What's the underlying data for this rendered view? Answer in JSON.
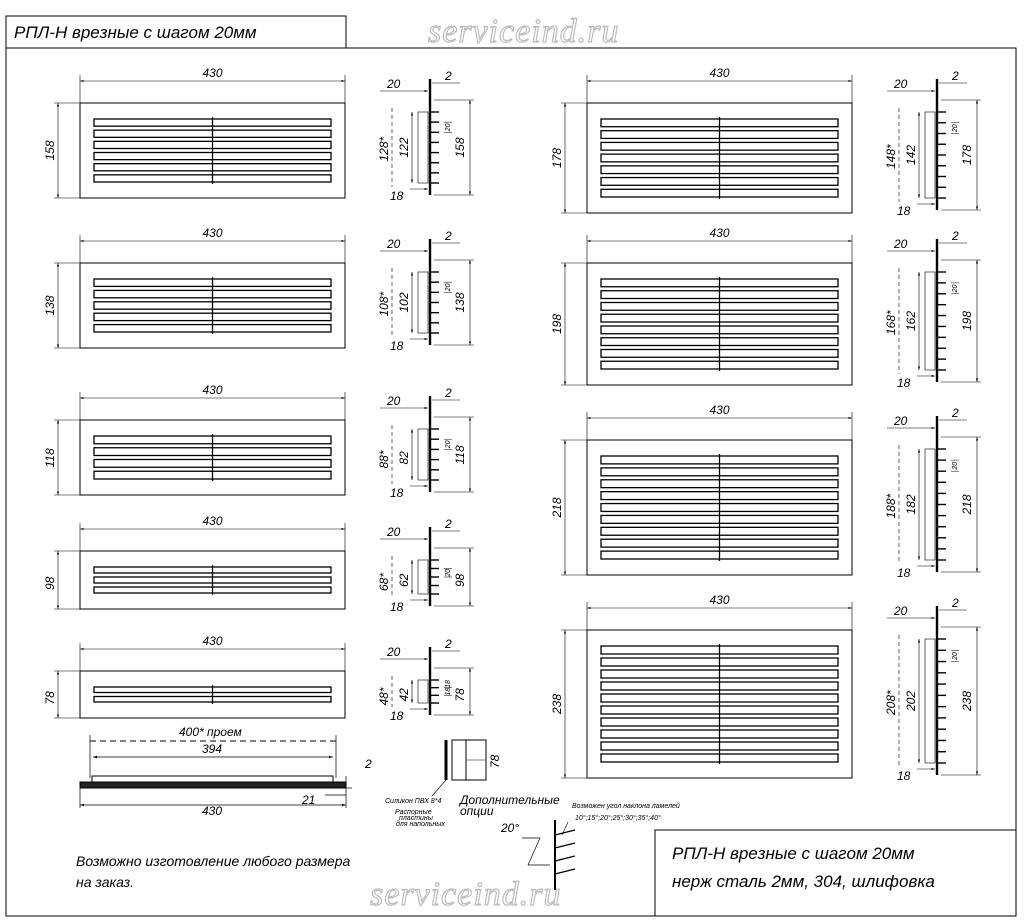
{
  "title_top": "РПЛ-Н врезные с шагом 20мм",
  "watermark": "serviceind.ru",
  "note_order": [
    "Возможно изготовление любого размера",
    "на заказ."
  ],
  "title_bottom": [
    "РПЛ-Н врезные с шагом 20мм",
    "нерж сталь 2мм, 304, шлифовка"
  ],
  "grilles": [
    {
      "width": "430",
      "height": "158",
      "inner": "122",
      "inner_star": "128*",
      "slats": 6
    },
    {
      "width": "430",
      "height": "138",
      "inner": "102",
      "inner_star": "108*",
      "slats": 5
    },
    {
      "width": "430",
      "height": "118",
      "inner": "82",
      "inner_star": "88*",
      "slats": 4
    },
    {
      "width": "430",
      "height": "98",
      "inner": "62",
      "inner_star": "68*",
      "slats": 3
    },
    {
      "width": "430",
      "height": "78",
      "inner": "42",
      "inner_star": "48*",
      "slats": 2
    },
    {
      "width": "430",
      "height": "178",
      "inner": "142",
      "inner_star": "148*",
      "slats": 7
    },
    {
      "width": "430",
      "height": "198",
      "inner": "162",
      "inner_star": "168*",
      "slats": 8
    },
    {
      "width": "430",
      "height": "218",
      "inner": "182",
      "inner_star": "188*",
      "slats": 9
    },
    {
      "width": "430",
      "height": "238",
      "inner": "202",
      "inner_star": "208*",
      "slats": 10
    }
  ],
  "profile_dims": {
    "flange": "20",
    "thickness": "2",
    "depth": "18",
    "pitch": "20",
    "pitch_small": "18"
  },
  "top_view": {
    "opening": "400* проем",
    "inner": "394",
    "outer": "430",
    "depth": "21",
    "thickness": "2"
  },
  "options": {
    "height": "78",
    "seal_label": "Силикон ПВХ 8*4",
    "plates_label": [
      "Распорные",
      "пластины",
      "для напольных"
    ],
    "title": [
      "Дополнительные",
      "опции"
    ]
  },
  "angle": {
    "value": "20°",
    "note": [
      "Возможен угол наклона ламелей",
      "10°;15°;20°;25°;30°;35°;40°"
    ]
  }
}
